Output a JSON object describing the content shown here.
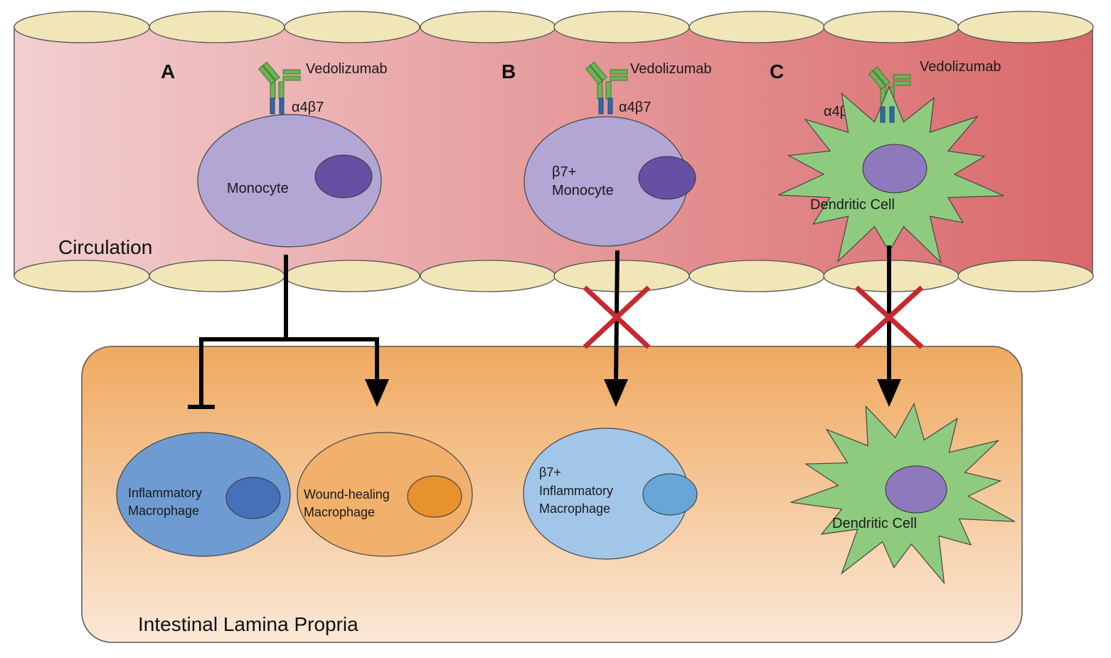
{
  "regions": {
    "circulation": "Circulation",
    "lamina_propria": "Intestinal Lamina Propria"
  },
  "panels": {
    "a": {
      "letter": "A",
      "drug": "Vedolizumab",
      "integrin": "α4β7",
      "cell_label": "Monocyte"
    },
    "b": {
      "letter": "B",
      "drug": "Vedolizumab",
      "integrin": "α4β7",
      "cell_label_line1": "β7+",
      "cell_label_line2": "Monocyte"
    },
    "c": {
      "letter": "C",
      "drug": "Vedolizumab",
      "integrin": "α4β7",
      "cell_label": "Dendritic Cell"
    }
  },
  "tissue_cells": {
    "inflammatory": {
      "line1": "Inflammatory",
      "line2": "Macrophage"
    },
    "wound_healing": {
      "line1": "Wound-healing",
      "line2": "Macrophage"
    },
    "b7_inflammatory": {
      "line1": "β7+",
      "line2": "Inflammatory",
      "line3": "Macrophage"
    },
    "dendritic": {
      "label": "Dendritic Cell"
    }
  },
  "colors": {
    "vessel_left": "#f3cfd0",
    "vessel_right": "#d9686a",
    "endothelial": "#f0e6b8",
    "tissue_top": "#efa95f",
    "tissue_bottom": "#fbe8d6",
    "monocyte": "#b1a6d4",
    "monocyte_nucleus": "#6650a3",
    "dendritic": "#8fcb7f",
    "dendritic_nucleus": "#8e79bd",
    "inflammatory_macrophage": "#6e9bd2",
    "inflammatory_nucleus": "#4571b8",
    "wound_macrophage": "#f1b06b",
    "wound_nucleus": "#e8912f",
    "b7_macrophage": "#a2c6e8",
    "b7_nucleus": "#67a7d8",
    "antibody": "#6fb256",
    "integrin": "#2c6aa6",
    "block_x": "#c8282e"
  }
}
